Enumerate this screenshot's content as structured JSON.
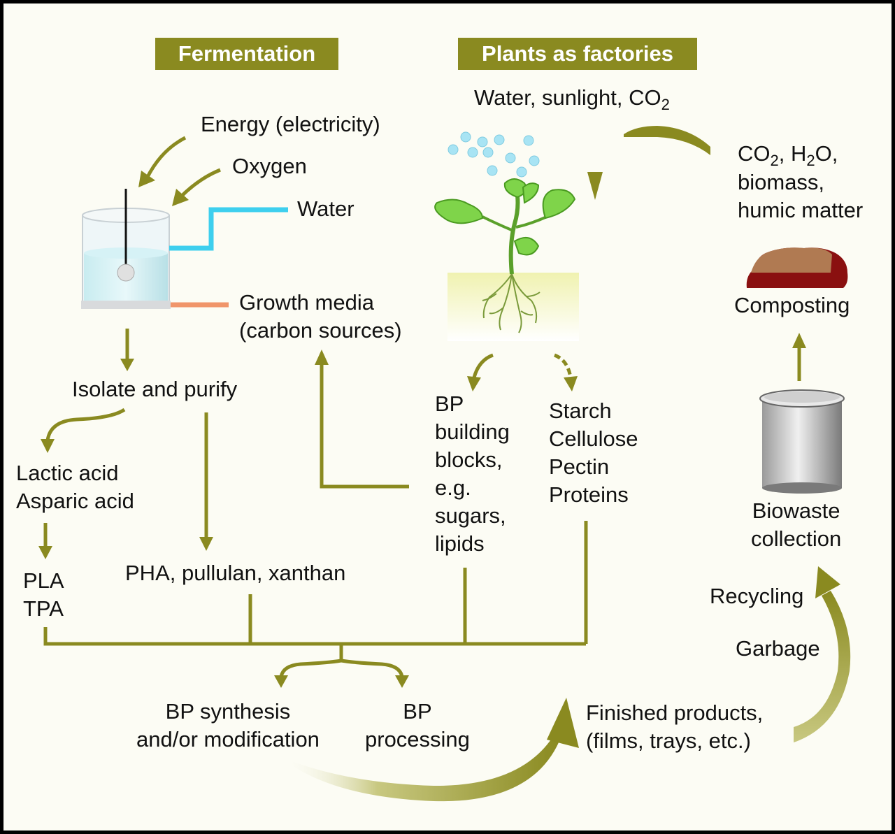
{
  "banners": {
    "fermentation": "Fermentation",
    "plants": "Plants as factories"
  },
  "labels": {
    "water_sunlight": "Water, sunlight, CO",
    "water_sunlight_sub": "2",
    "energy": "Energy (electricity)",
    "oxygen": "Oxygen",
    "water": "Water",
    "growth_media": "Growth media\n(carbon sources)",
    "co2_prefix": "CO",
    "co2_sub": "2",
    "co2_mid": ", H",
    "h2o_sub": "2",
    "co2_suffix": "O,",
    "biomass": "biomass,",
    "humic": "humic matter",
    "composting": "Composting",
    "isolate": "Isolate and purify",
    "bp_blocks": "BP\nbuilding\nblocks,\ne.g.\nsugars,\nlipids",
    "polymers": "Starch\nCellulose\nPectin\nProteins",
    "acids": "Lactic acid\nAsparic acid",
    "biowaste": "Biowaste\ncollection",
    "pla_tpa": "PLA\nTPA",
    "pha": "PHA, pullulan, xanthan",
    "recycling": "Recycling",
    "garbage": "Garbage",
    "synthesis": "BP synthesis\nand/or modification",
    "processing": "BP\nprocessing",
    "finished": "Finished products,\n(films, trays, etc.)"
  },
  "colors": {
    "olive": "#8a8a20",
    "water_pipe": "#3ecfee",
    "media_pipe": "#f0956a",
    "compost_top": "#b07a52",
    "compost_bottom": "#8a1010",
    "leaf": "#7fd44a",
    "bubble": "#a8e4f4"
  }
}
